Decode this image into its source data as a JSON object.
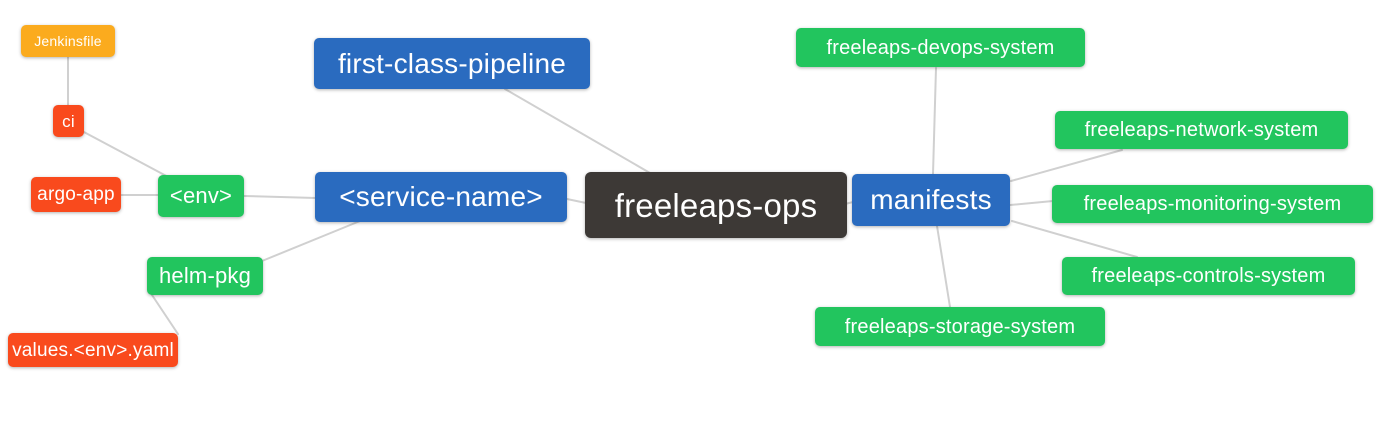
{
  "diagram": {
    "type": "mindmap",
    "root_label": "freeleaps-ops",
    "colors": {
      "root_node": "#3d3936",
      "branch_node_blue": "#2a6bbf",
      "leaf_node_green": "#22c55e",
      "leaf_node_red": "#f94a1d",
      "leaf_node_amber": "#fbab1e",
      "edge_line": "#d0d0d0",
      "node_text": "#ffffff",
      "background": "#ffffff"
    },
    "nodes": {
      "jenkinsfile": {
        "label": "Jenkinsfile",
        "color_role": "amber"
      },
      "ci": {
        "label": "ci",
        "color_role": "red"
      },
      "argo_app": {
        "label": "argo-app",
        "color_role": "red"
      },
      "env": {
        "label": "<env>",
        "color_role": "green"
      },
      "helm_pkg": {
        "label": "helm-pkg",
        "color_role": "green"
      },
      "values_env_yaml": {
        "label": "values.<env>.yaml",
        "color_role": "red"
      },
      "first_class_pipeline": {
        "label": "first-class-pipeline",
        "color_role": "blue"
      },
      "service_name": {
        "label": "<service-name>",
        "color_role": "blue"
      },
      "freeleaps_ops": {
        "label": "freeleaps-ops",
        "color_role": "dark"
      },
      "manifests": {
        "label": "manifests",
        "color_role": "blue"
      },
      "devops_system": {
        "label": "freeleaps-devops-system",
        "color_role": "green"
      },
      "network_system": {
        "label": "freeleaps-network-system",
        "color_role": "green"
      },
      "monitoring_system": {
        "label": "freeleaps-monitoring-system",
        "color_role": "green"
      },
      "controls_system": {
        "label": "freeleaps-controls-system",
        "color_role": "green"
      },
      "storage_system": {
        "label": "freeleaps-storage-system",
        "color_role": "green"
      }
    },
    "edges": [
      "jenkinsfile-ci",
      "ci-env",
      "argo_app-env",
      "env-service_name",
      "helm_pkg-service_name",
      "values_env_yaml-helm_pkg",
      "service_name-freeleaps_ops",
      "first_class_pipeline-freeleaps_ops",
      "freeleaps_ops-manifests",
      "manifests-devops_system",
      "manifests-network_system",
      "manifests-monitoring_system",
      "manifests-controls_system",
      "manifests-storage_system"
    ]
  }
}
